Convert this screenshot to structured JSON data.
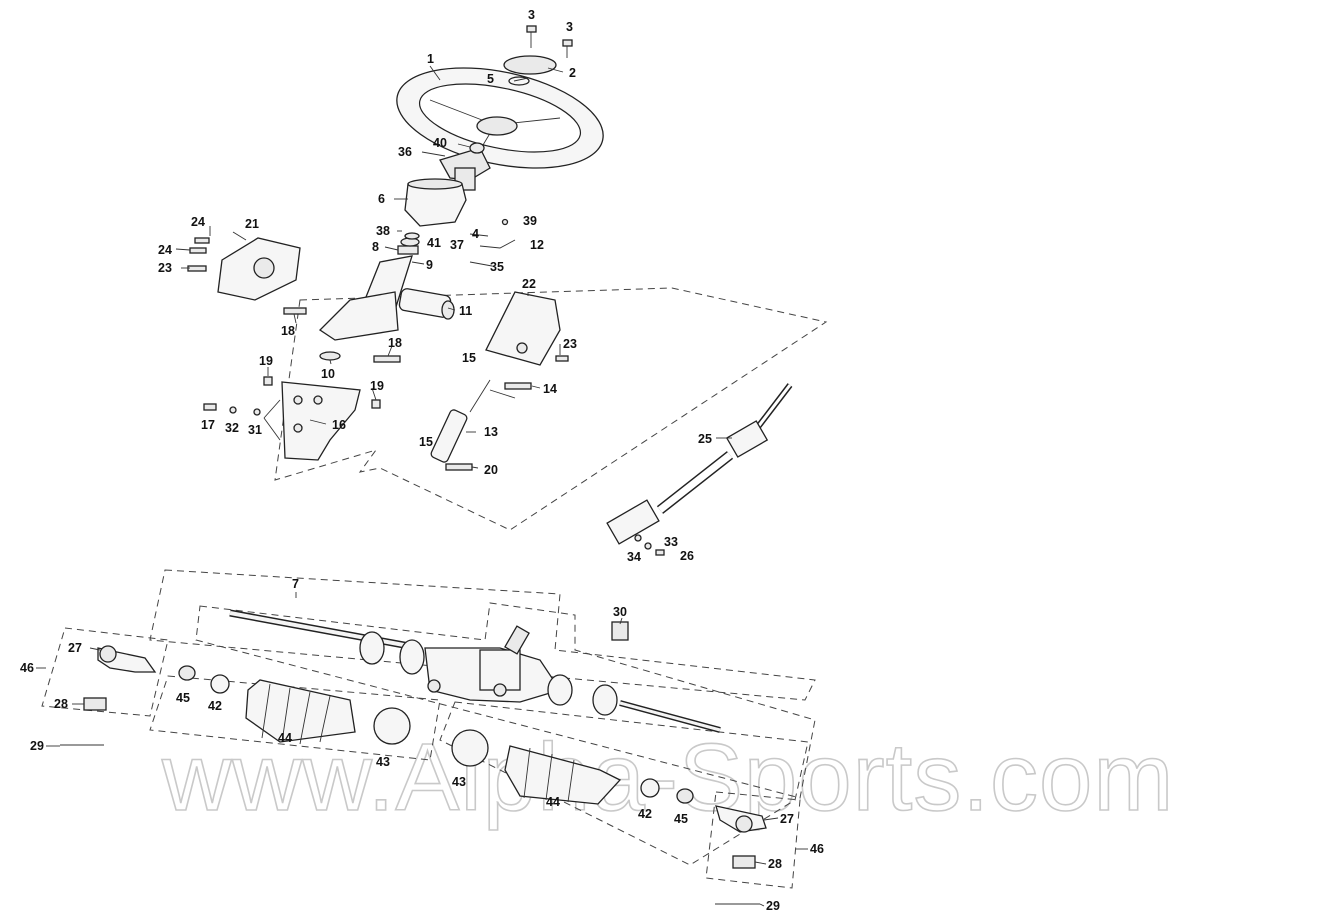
{
  "watermark": "www.Alpha-Sports.com",
  "callouts": {
    "c1": "1",
    "c2": "2",
    "c3a": "3",
    "c3b": "3",
    "c4": "4",
    "c5": "5",
    "c6": "6",
    "c7": "7",
    "c8": "8",
    "c9": "9",
    "c10": "10",
    "c11": "11",
    "c12": "12",
    "c13": "13",
    "c14": "14",
    "c15a": "15",
    "c15b": "15",
    "c16": "16",
    "c17": "17",
    "c18a": "18",
    "c18b": "18",
    "c19a": "19",
    "c19b": "19",
    "c20": "20",
    "c21": "21",
    "c22": "22",
    "c23a": "23",
    "c23b": "23",
    "c24a": "24",
    "c24b": "24",
    "c25": "25",
    "c26": "26",
    "c27a": "27",
    "c27b": "27",
    "c28a": "28",
    "c28b": "28",
    "c29a": "29",
    "c29b": "29",
    "c30": "30",
    "c31": "31",
    "c32": "32",
    "c33": "33",
    "c34": "34",
    "c35": "35",
    "c36": "36",
    "c37": "37",
    "c38": "38",
    "c39": "39",
    "c40": "40",
    "c41": "41",
    "c42a": "42",
    "c42b": "42",
    "c43a": "43",
    "c43b": "43",
    "c44a": "44",
    "c44b": "44",
    "c45a": "45",
    "c45b": "45",
    "c46a": "46",
    "c46b": "46"
  }
}
